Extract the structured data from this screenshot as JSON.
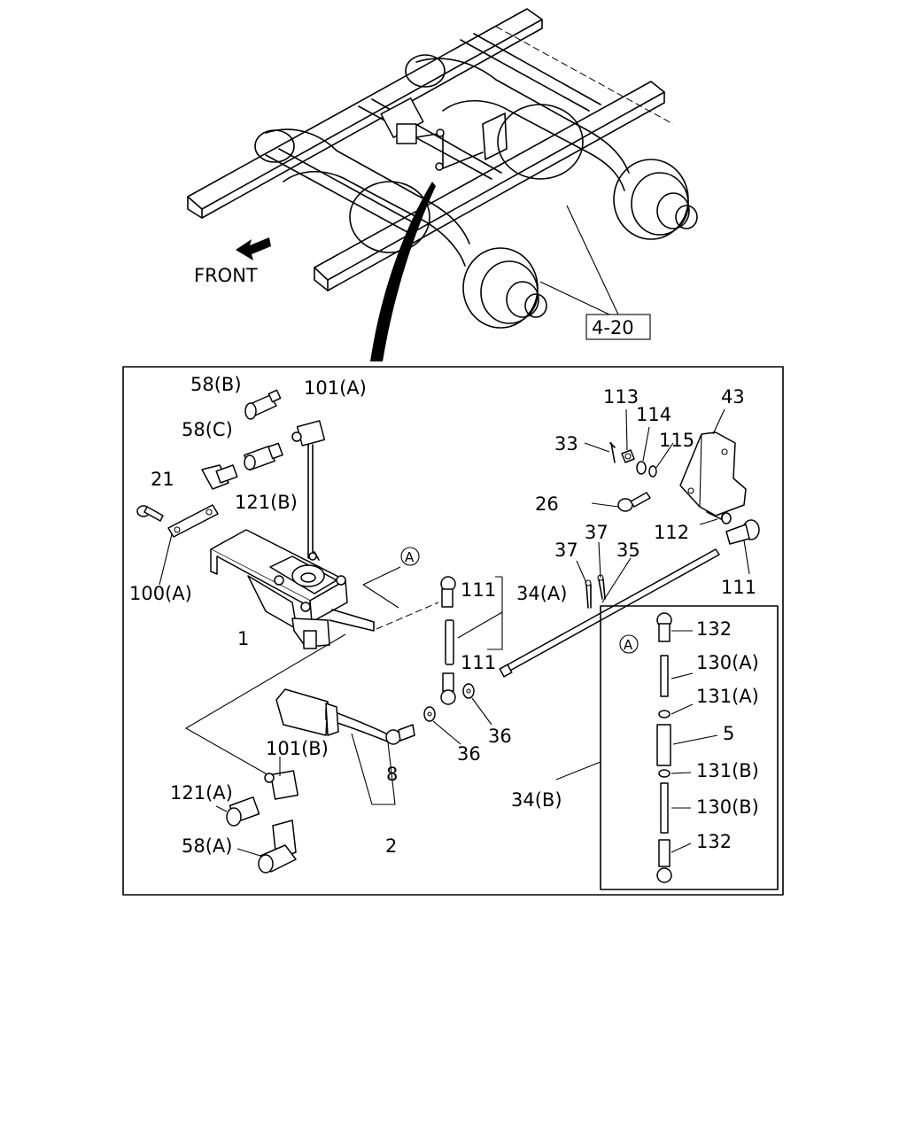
{
  "overview": {
    "front_label": "FRONT",
    "ref_label": "4-20"
  },
  "labels": {
    "p58b": "58(B)",
    "p101a": "101(A)",
    "p58c": "58(C)",
    "p21": "21",
    "p121b": "121(B)",
    "p100a": "100(A)",
    "p1": "1",
    "p113": "113",
    "p114": "114",
    "p43": "43",
    "p33": "33",
    "p115": "115",
    "p26": "26",
    "p112": "112",
    "p37a": "37",
    "p37b": "37",
    "p35": "35",
    "p111_right": "111",
    "p111_upper": "111",
    "p34a": "34(A)",
    "p111_lower": "111",
    "p36a": "36",
    "p36b": "36",
    "p101b": "101(B)",
    "p8": "8",
    "p121a": "121(A)",
    "p58a": "58(A)",
    "p2": "2",
    "p34b": "34(B)"
  },
  "callout_a": "A",
  "detail": {
    "p132_top": "132",
    "p130a": "130(A)",
    "p131a": "131(A)",
    "p5": "5",
    "p131b": "131(B)",
    "p130b": "130(B)",
    "p132_bottom": "132"
  }
}
